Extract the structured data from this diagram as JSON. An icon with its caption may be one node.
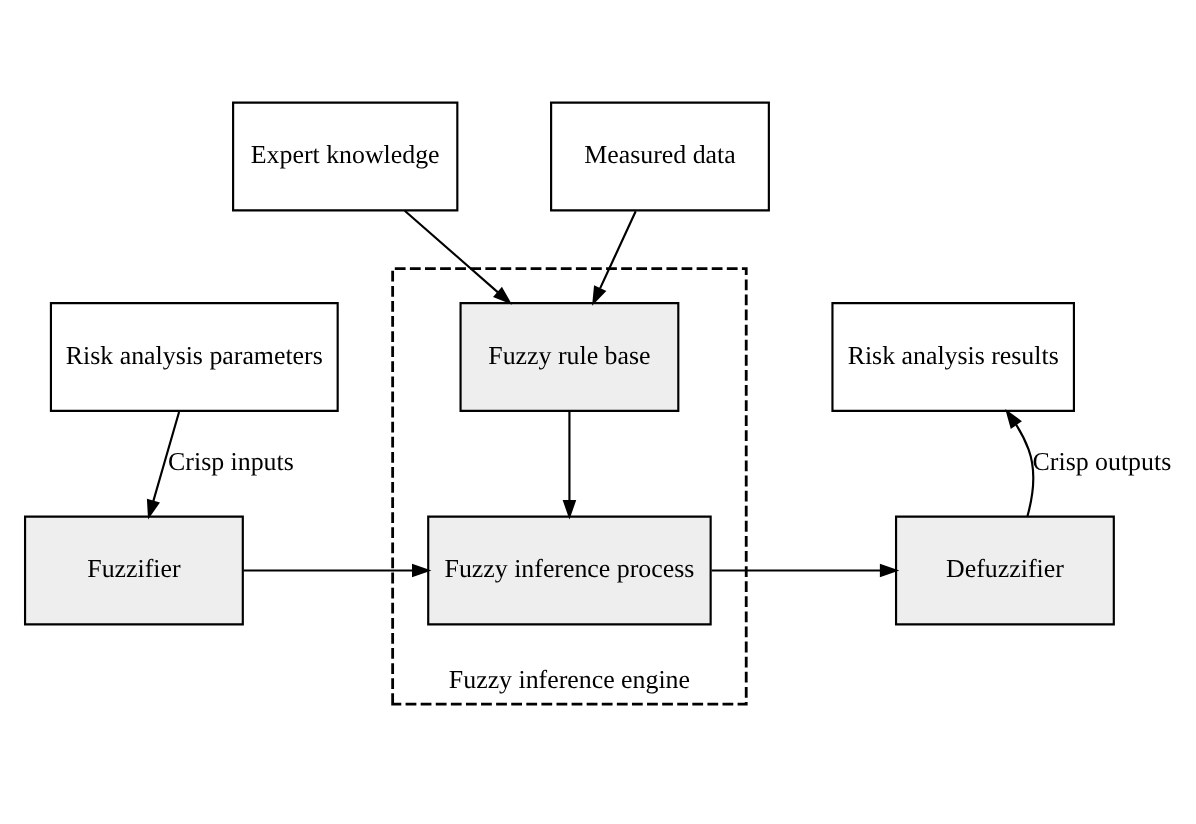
{
  "diagram": {
    "nodes": [
      {
        "text": [
          "Expert knowledge"
        ]
      },
      {
        "text": [
          "Measured data"
        ]
      },
      {
        "text": [
          "Fuzzy inference engine"
        ]
      },
      {
        "text": [
          "Fuzzy rule base"
        ],
        "in": 2
      },
      {
        "text": [
          "Fuzzy inference process"
        ],
        "in": 2
      },
      {
        "text": [
          "Risk analysis parameters"
        ]
      },
      {
        "text": [
          "Risk analysis results"
        ]
      },
      {
        "text": [
          "Fuzzifier"
        ]
      },
      {
        "text": [
          "Defuzzifier"
        ]
      }
    ],
    "edges": [
      {
        "from": 0,
        "to": 3,
        "arrow": "to"
      },
      {
        "from": 1,
        "to": 3,
        "arrow": "to"
      },
      {
        "from": 3,
        "to": 4,
        "arrow": "to"
      },
      {
        "from": 5,
        "to": 7,
        "arrow": "to",
        "label": "Crisp inputs"
      },
      {
        "from": 7,
        "to": 4,
        "arrow": "to"
      },
      {
        "from": 4,
        "to": 8,
        "arrow": "to"
      },
      {
        "from": 8,
        "to": 6,
        "arrow": "to",
        "label": "Crisp outputs"
      }
    ]
  }
}
